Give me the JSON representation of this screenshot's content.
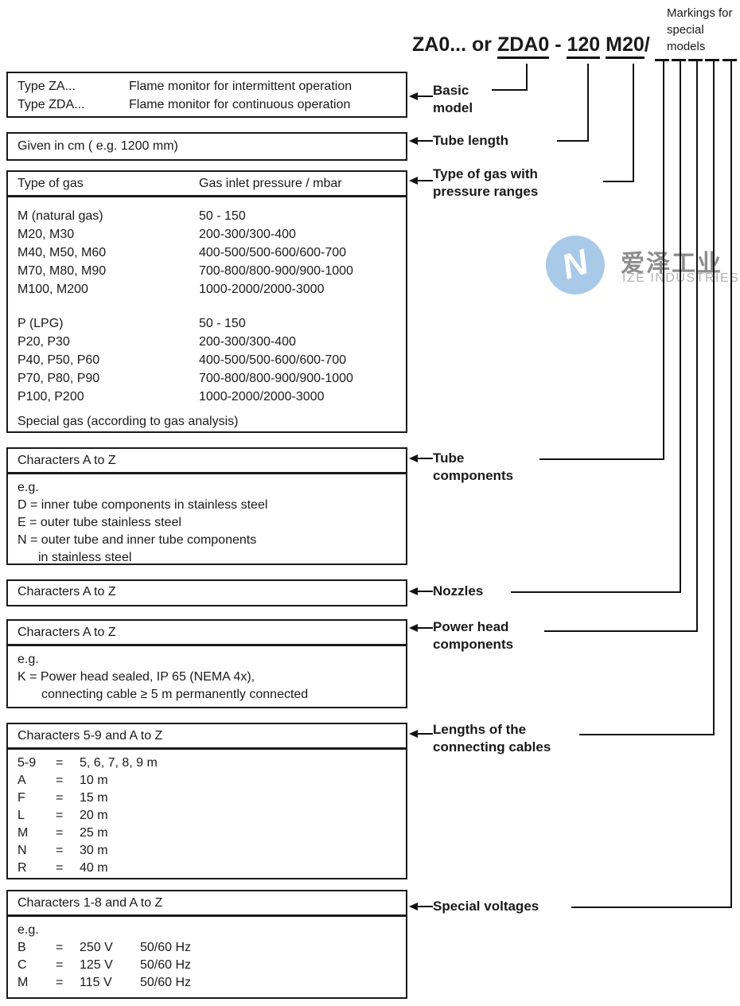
{
  "header": {
    "code_prefix": "ZA0... or ",
    "code_basic": "ZDA0",
    "code_dash": " - ",
    "code_length": "120",
    "code_space": " ",
    "code_gas": "M20",
    "code_slash": "/",
    "markings_note": "Markings for special models"
  },
  "watermark": {
    "logo_letter": "N",
    "circle_color": "#a9c9e8",
    "cn": "爱泽工业",
    "en": "IZE INDUSTRIES"
  },
  "sections": {
    "basic_model": {
      "label": "Basic model",
      "rows": [
        {
          "type": "Type ZA...",
          "desc": "Flame monitor for intermittent operation"
        },
        {
          "type": "Type ZDA...",
          "desc": "Flame monitor for continuous operation"
        }
      ]
    },
    "tube_length": {
      "label": "Tube length",
      "text": "Given in cm ( e.g. 1200 mm)"
    },
    "gas": {
      "label": "Type of gas with pressure ranges",
      "col1": "Type of gas",
      "col2": "Gas inlet pressure / mbar",
      "rows_m": [
        {
          "types": "M (natural gas)",
          "pressures": "50 - 150"
        },
        {
          "types": "M20, M30",
          "pressures": "200-300/300-400"
        },
        {
          "types": "M40, M50, M60",
          "pressures": "400-500/500-600/600-700"
        },
        {
          "types": "M70, M80, M90",
          "pressures": "700-800/800-900/900-1000"
        },
        {
          "types": "M100, M200",
          "pressures": "1000-2000/2000-3000"
        }
      ],
      "rows_p": [
        {
          "types": "P (LPG)",
          "pressures": "50 - 150"
        },
        {
          "types": "P20, P30",
          "pressures": "200-300/300-400"
        },
        {
          "types": "P40, P50, P60",
          "pressures": "400-500/500-600/600-700"
        },
        {
          "types": "P70, P80, P90",
          "pressures": "700-800/800-900/900-1000"
        },
        {
          "types": "P100, P200",
          "pressures": "1000-2000/2000-3000"
        }
      ],
      "special": "Special gas (according to gas analysis)"
    },
    "tube_components": {
      "label": "Tube components",
      "header": "Characters A to Z",
      "lines": [
        "e.g.",
        "D = inner tube components in stainless steel",
        "E = outer tube stainless steel",
        "N = outer tube and inner tube components",
        "in stainless steel"
      ]
    },
    "nozzles": {
      "label": "Nozzles",
      "header": "Characters A to Z"
    },
    "power_head": {
      "label": "Power head components",
      "header": "Characters A to Z",
      "lines": [
        "e.g.",
        "K = Power head sealed, IP 65 (NEMA 4x),",
        "connecting cable ≥ 5 m permanently connected"
      ]
    },
    "cables": {
      "label": "Lengths of the connecting cables",
      "header": "Characters 5-9 and A to Z",
      "rows": [
        {
          "char": "5-9",
          "eq": "=",
          "value": "5, 6, 7, 8, 9 m"
        },
        {
          "char": "A",
          "eq": "=",
          "value": "10 m"
        },
        {
          "char": "F",
          "eq": "=",
          "value": "15 m"
        },
        {
          "char": "L",
          "eq": "=",
          "value": "20 m"
        },
        {
          "char": "M",
          "eq": "=",
          "value": "25 m"
        },
        {
          "char": "N",
          "eq": "=",
          "value": "30 m"
        },
        {
          "char": "R",
          "eq": "=",
          "value": "40 m"
        }
      ]
    },
    "voltages": {
      "label": "Special voltages",
      "header": "Characters 1-8 and A to Z",
      "intro": "e.g.",
      "rows": [
        {
          "char": "B",
          "eq": "=",
          "volt": "250 V",
          "freq": "50/60 Hz"
        },
        {
          "char": "C",
          "eq": "=",
          "volt": "125 V",
          "freq": "50/60 Hz"
        },
        {
          "char": "M",
          "eq": "=",
          "volt": "115 V",
          "freq": "50/60 Hz"
        }
      ]
    }
  }
}
